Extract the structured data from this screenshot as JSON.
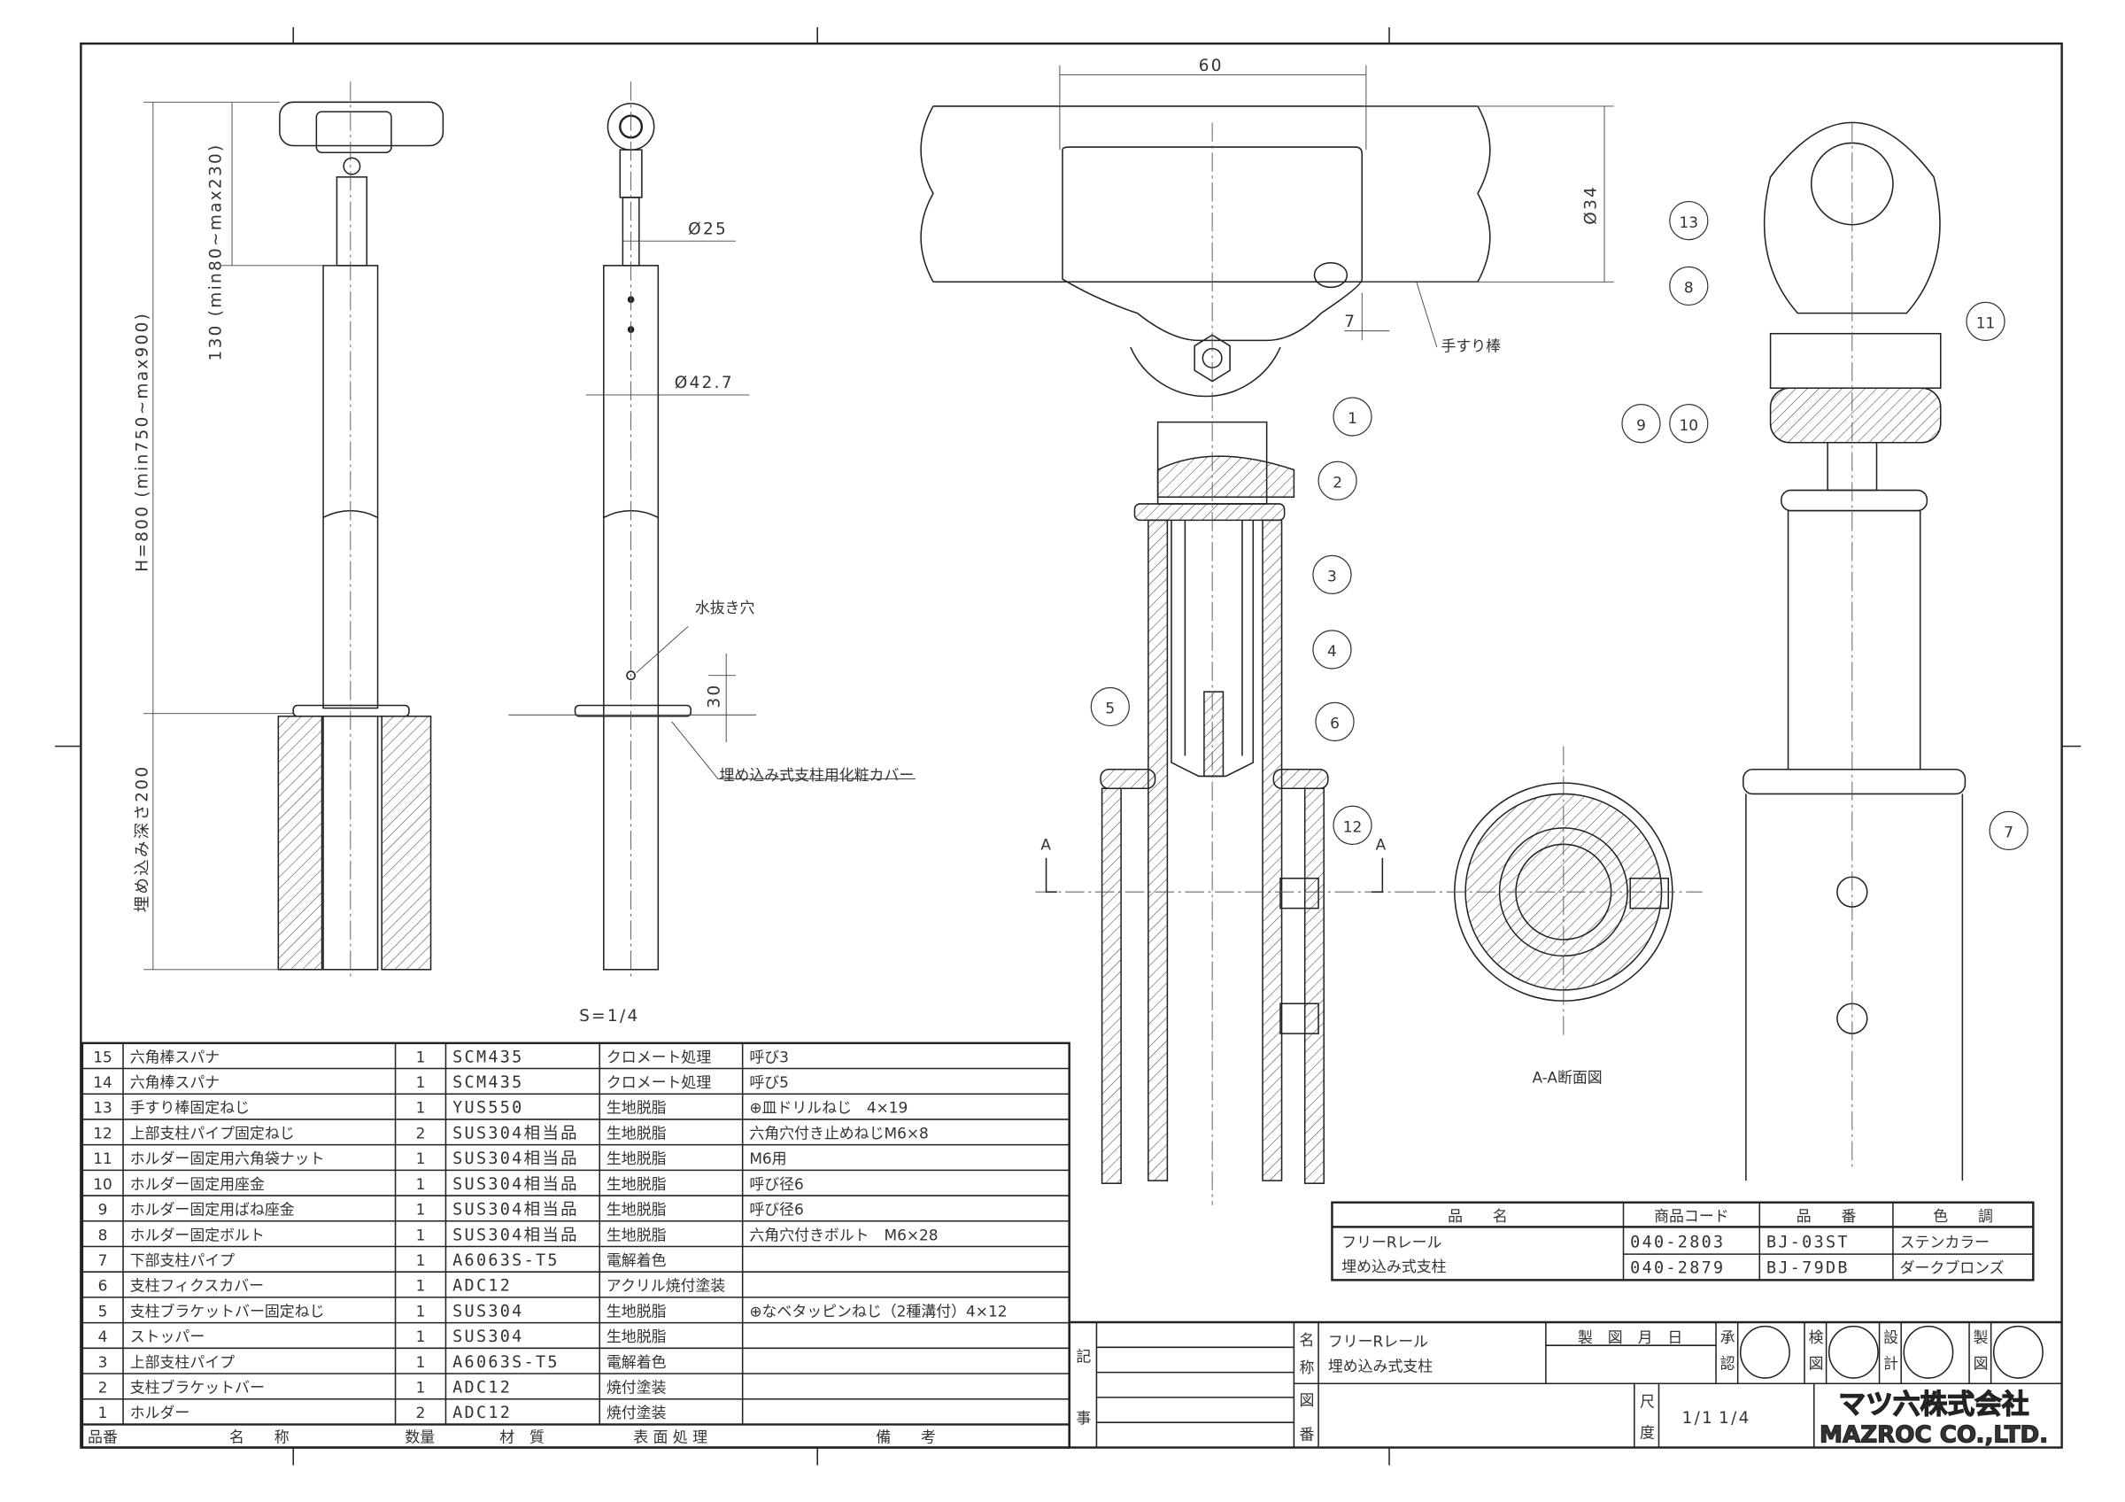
{
  "drawing": {
    "scale_label": "S=1/4",
    "section_label": "A-A断面図",
    "section_marker": "A",
    "dims": {
      "width_60": "60",
      "dia_34": "Ø34",
      "offset_7": "7",
      "handrail": "手すり棒",
      "dia_25": "Ø25",
      "dia_42": "Ø42.7",
      "drain_hole": "水抜き穴",
      "depth_30": "30",
      "cover": "埋め込み式支柱用化粧カバー",
      "height": "H=800 (min750~max900)",
      "adjust": "130 (min80~max230)",
      "embed": "埋め込み深さ200"
    },
    "balloons": [
      "1",
      "2",
      "3",
      "4",
      "5",
      "6",
      "7",
      "8",
      "9",
      "10",
      "11",
      "12",
      "13"
    ]
  },
  "parts_table": {
    "headers": [
      "品番",
      "名　　称",
      "数量",
      "材　質",
      "表 面 処 理",
      "備　　考"
    ],
    "rows": [
      {
        "no": "15",
        "name": "六角棒スパナ",
        "qty": "1",
        "material": "SCM435",
        "finish": "クロメート処理",
        "note": "呼び3"
      },
      {
        "no": "14",
        "name": "六角棒スパナ",
        "qty": "1",
        "material": "SCM435",
        "finish": "クロメート処理",
        "note": "呼び5"
      },
      {
        "no": "13",
        "name": "手すり棒固定ねじ",
        "qty": "1",
        "material": "YUS550",
        "finish": "生地脱脂",
        "note": "⊕皿ドリルねじ　4×19"
      },
      {
        "no": "12",
        "name": "上部支柱パイプ固定ねじ",
        "qty": "2",
        "material": "SUS304相当品",
        "finish": "生地脱脂",
        "note": "六角穴付き止めねじM6×8"
      },
      {
        "no": "11",
        "name": "ホルダー固定用六角袋ナット",
        "qty": "1",
        "material": "SUS304相当品",
        "finish": "生地脱脂",
        "note": "M6用"
      },
      {
        "no": "10",
        "name": "ホルダー固定用座金",
        "qty": "1",
        "material": "SUS304相当品",
        "finish": "生地脱脂",
        "note": "呼び径6"
      },
      {
        "no": "9",
        "name": "ホルダー固定用ばね座金",
        "qty": "1",
        "material": "SUS304相当品",
        "finish": "生地脱脂",
        "note": "呼び径6"
      },
      {
        "no": "8",
        "name": "ホルダー固定ボルト",
        "qty": "1",
        "material": "SUS304相当品",
        "finish": "生地脱脂",
        "note": "六角穴付きボルト　M6×28"
      },
      {
        "no": "7",
        "name": "下部支柱パイプ",
        "qty": "1",
        "material": "A6063S-T5",
        "finish": "電解着色",
        "note": ""
      },
      {
        "no": "6",
        "name": "支柱フィクスカバー",
        "qty": "1",
        "material": "ADC12",
        "finish": "アクリル焼付塗装",
        "note": ""
      },
      {
        "no": "5",
        "name": "支柱ブラケットバー固定ねじ",
        "qty": "1",
        "material": "SUS304",
        "finish": "生地脱脂",
        "note": "⊕なベタッピンねじ（2種溝付）4×12"
      },
      {
        "no": "4",
        "name": "ストッパー",
        "qty": "1",
        "material": "SUS304",
        "finish": "生地脱脂",
        "note": ""
      },
      {
        "no": "3",
        "name": "上部支柱パイプ",
        "qty": "1",
        "material": "A6063S-T5",
        "finish": "電解着色",
        "note": ""
      },
      {
        "no": "2",
        "name": "支柱ブラケットバー",
        "qty": "1",
        "material": "ADC12",
        "finish": "焼付塗装",
        "note": ""
      },
      {
        "no": "1",
        "name": "ホルダー",
        "qty": "2",
        "material": "ADC12",
        "finish": "焼付塗装",
        "note": ""
      }
    ]
  },
  "product_table": {
    "headers": [
      "品　　名",
      "商品コード",
      "品　　番",
      "色　　調"
    ],
    "name_lines": [
      "フリーRレール",
      "埋め込み式支柱"
    ],
    "rows": [
      {
        "code": "040-2803",
        "part_no": "BJ-03ST",
        "color": "ステンカラー"
      },
      {
        "code": "040-2879",
        "part_no": "BJ-79DB",
        "color": "ダークブロンズ"
      }
    ]
  },
  "title_block": {
    "remarks_label": [
      "記",
      "事"
    ],
    "name_label": [
      "名",
      "称"
    ],
    "name_lines": [
      "フリーRレール",
      "埋め込み式支柱"
    ],
    "date_label": "製　図　月　日",
    "stamps": [
      {
        "label": [
          "承",
          "認"
        ]
      },
      {
        "label": [
          "検",
          "図"
        ]
      },
      {
        "label": [
          "設",
          "計"
        ]
      },
      {
        "label": [
          "製",
          "図"
        ]
      }
    ],
    "drawing_no_label": [
      "図",
      "番"
    ],
    "scale_label": [
      "尺",
      "度"
    ],
    "scale_values": [
      "1/1",
      "1/4"
    ],
    "company_jp": "マツ六株式会社",
    "company_en": "MAZROC CO.,LTD."
  }
}
